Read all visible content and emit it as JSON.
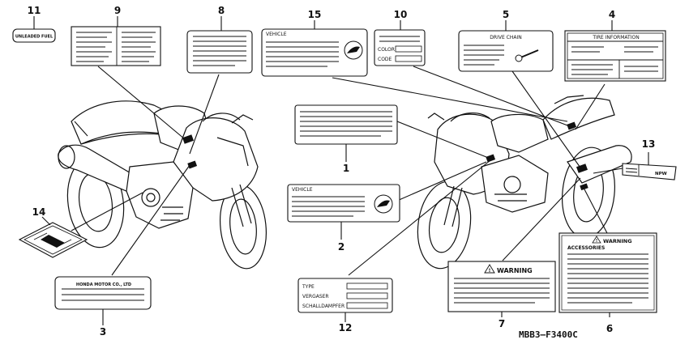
{
  "figure_code": "MBB3—F3400C",
  "callouts": {
    "n1": "1",
    "n2": "2",
    "n3": "3",
    "n4": "4",
    "n5": "5",
    "n6": "6",
    "n7": "7",
    "n8": "8",
    "n9": "9",
    "n10": "10",
    "n11": "11",
    "n12": "12",
    "n13": "13",
    "n14": "14",
    "n15": "15"
  },
  "labels": {
    "unleaded": "UNLEADED FUEL",
    "drive_chain": "DRIVE CHAIN",
    "tire_info": "TIRE INFORMATION",
    "color": "COLOR",
    "code": "CODE",
    "honda_motor": "HONDA MOTOR CO., LTD",
    "type": "TYPE",
    "vergaser": "VERGASER",
    "schalldampfer": "SCHALLDAMPFER",
    "warning_7": "WARNING",
    "warning_6": "WARNING",
    "accessories": "ACCESSORIES",
    "vehicle_15": "VEHICLE",
    "vehicle_2": "VEHICLE",
    "npw": "NPW"
  }
}
